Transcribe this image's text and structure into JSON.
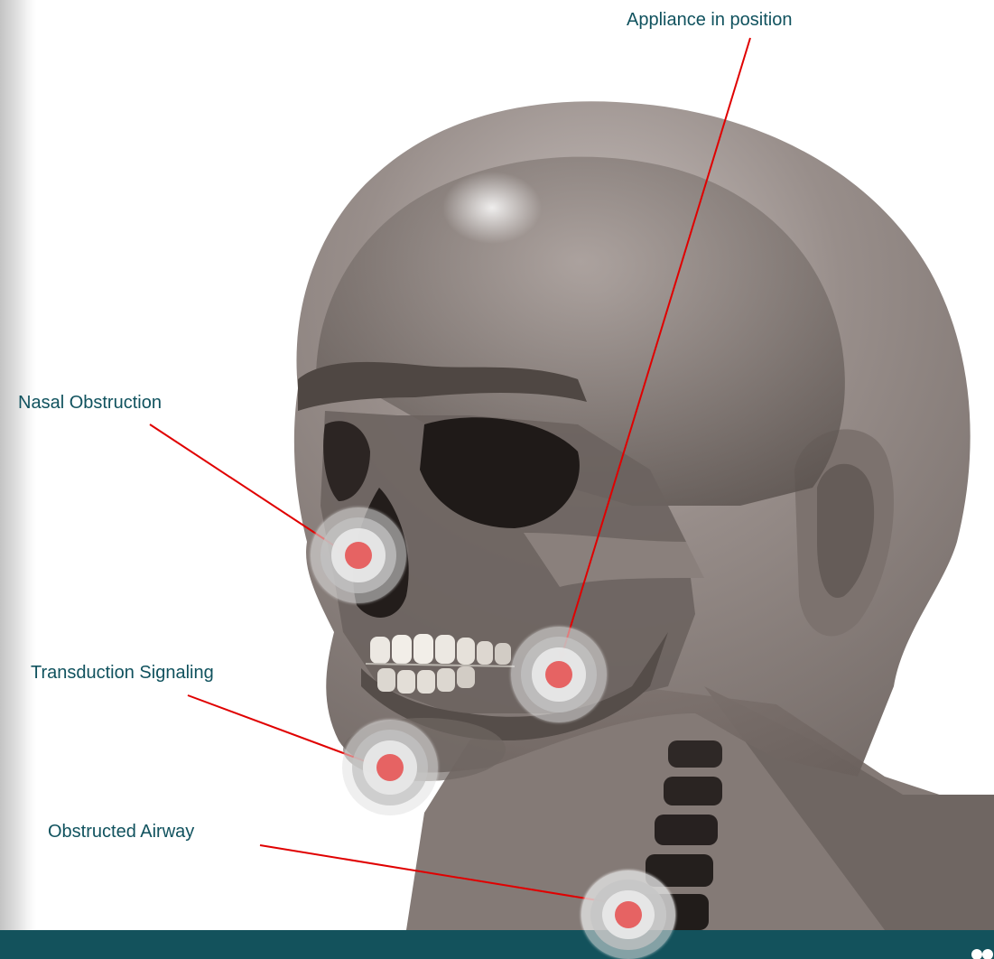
{
  "labels": {
    "appliance": "Appliance in position",
    "nasal": "Nasal Obstruction",
    "transduction": "Transduction Signaling",
    "airway": "Obstructed Airway"
  },
  "colors": {
    "label_text": "#10525e",
    "arrow": "#e00000",
    "hotspot_dot": "#e66363",
    "bottom_bar": "#13525c"
  },
  "icons": {
    "hotspot": "target-dot-icon",
    "logo": "brand-logo-icon"
  }
}
